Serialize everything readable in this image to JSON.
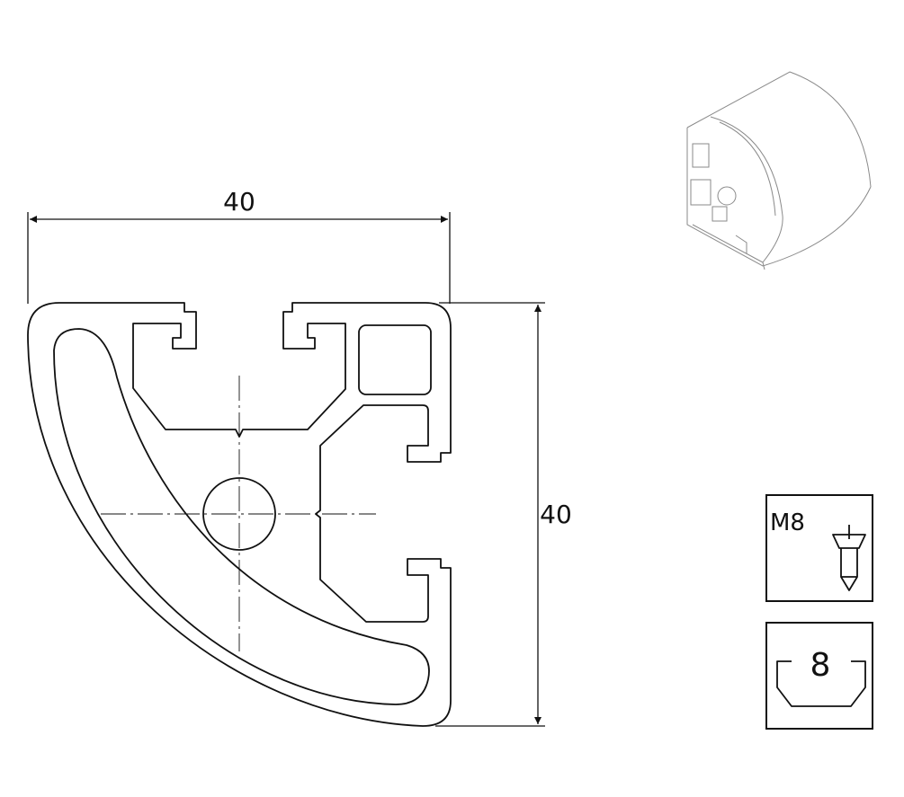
{
  "dimensions": {
    "width_label": "40",
    "height_label": "40"
  },
  "spec_boxes": {
    "screw_label": "M8",
    "slot_label": "8"
  },
  "colors": {
    "line": "#111111",
    "background": "#ffffff",
    "iso_line": "#888888"
  }
}
